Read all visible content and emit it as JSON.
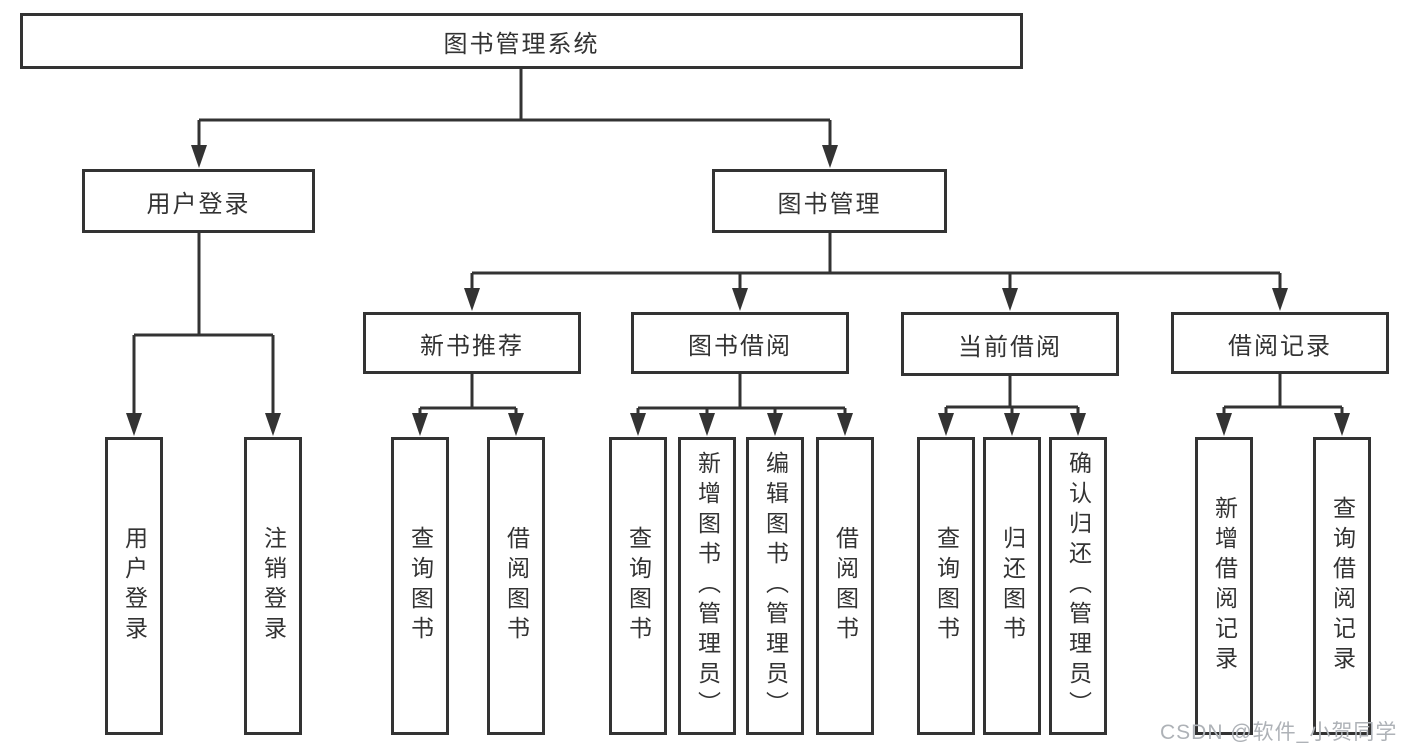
{
  "diagram_title": "图书管理系统",
  "tree": {
    "label": "图书管理系统",
    "children": [
      {
        "label": "用户登录",
        "children": [
          {
            "label": "用户登录"
          },
          {
            "label": "注销登录"
          }
        ]
      },
      {
        "label": "图书管理",
        "children": [
          {
            "label": "新书推荐",
            "children": [
              {
                "label": "查询图书"
              },
              {
                "label": "借阅图书"
              }
            ]
          },
          {
            "label": "图书借阅",
            "children": [
              {
                "label": "查询图书"
              },
              {
                "label": "新增图书（管理员）"
              },
              {
                "label": "编辑图书（管理员）"
              },
              {
                "label": "借阅图书"
              }
            ]
          },
          {
            "label": "当前借阅",
            "children": [
              {
                "label": "查询图书"
              },
              {
                "label": "归还图书"
              },
              {
                "label": "确认归还（管理员）"
              }
            ]
          },
          {
            "label": "借阅记录",
            "children": [
              {
                "label": "新增借阅记录"
              },
              {
                "label": "查询借阅记录"
              }
            ]
          }
        ]
      }
    ]
  },
  "watermark": {
    "text": "CSDN @软件_小贺同学",
    "color": "#aeb2b7"
  },
  "colors": {
    "line": "#333333",
    "box_border": "#333333",
    "text": "#333333",
    "background": "#ffffff"
  }
}
